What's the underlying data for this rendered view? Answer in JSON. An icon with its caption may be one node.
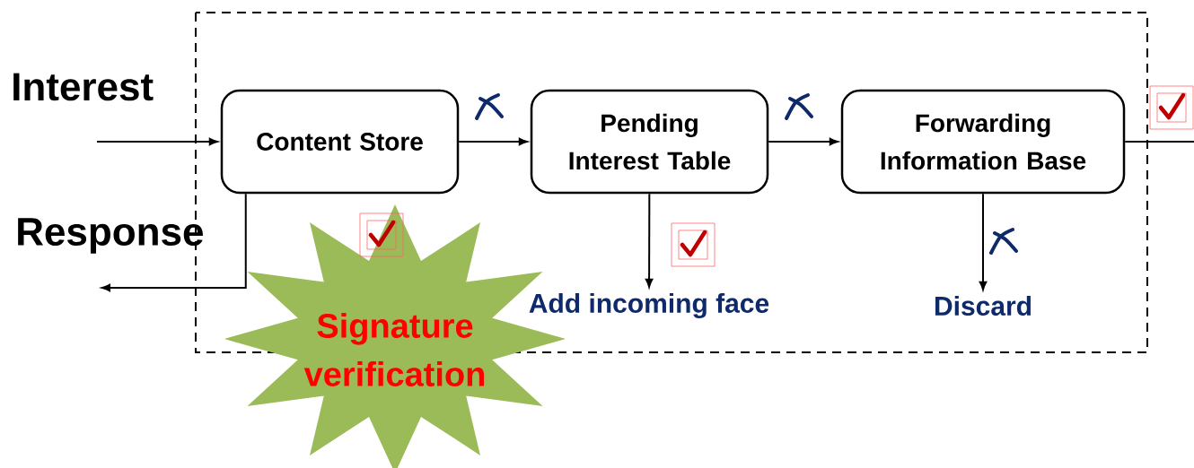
{
  "diagram": {
    "nodes": [
      {
        "text": [
          "Content Store"
        ]
      },
      {
        "text": [
          "Pending Interest Table"
        ]
      },
      {
        "text": [
          "Forwarding Information Base"
        ]
      },
      {
        "text": [
          "Add incoming face"
        ]
      },
      {
        "text": [
          "Discard"
        ]
      },
      {
        "text": [
          "Signature verification"
        ]
      }
    ],
    "edges": [
      {
        "from": null,
        "to": 0,
        "arrow": "to"
      },
      {
        "from": 0,
        "to": 1,
        "arrow": "to"
      },
      {
        "from": 1,
        "to": 2,
        "arrow": "to"
      },
      {
        "from": 2,
        "to": null,
        "arrow": "none"
      },
      {
        "from": 1,
        "to": 3,
        "arrow": "to"
      },
      {
        "from": 2,
        "to": 4,
        "arrow": "to"
      },
      {
        "from": 0,
        "to": null,
        "arrow": "to"
      }
    ],
    "labels": [
      "Interest",
      "Response"
    ]
  }
}
